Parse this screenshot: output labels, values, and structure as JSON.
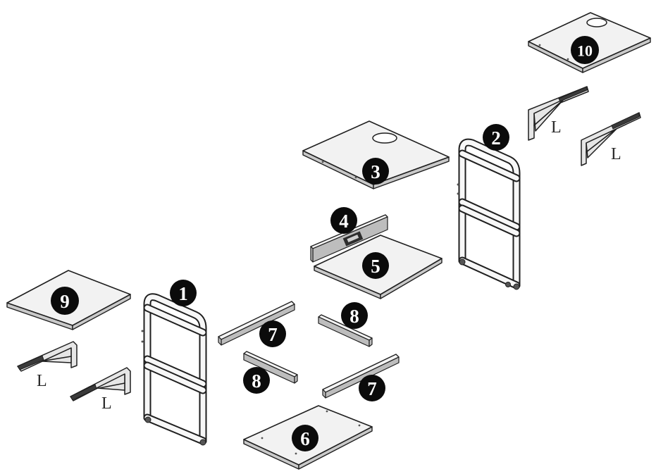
{
  "parts": [
    {
      "id": "part-1",
      "label": "1"
    },
    {
      "id": "part-2",
      "label": "2"
    },
    {
      "id": "part-3",
      "label": "3"
    },
    {
      "id": "part-4",
      "label": "4"
    },
    {
      "id": "part-5",
      "label": "5"
    },
    {
      "id": "part-6",
      "label": "6"
    },
    {
      "id": "part-7a",
      "label": "7"
    },
    {
      "id": "part-7b",
      "label": "7"
    },
    {
      "id": "part-8a",
      "label": "8"
    },
    {
      "id": "part-8b",
      "label": "8"
    },
    {
      "id": "part-9",
      "label": "9"
    },
    {
      "id": "part-10",
      "label": "10"
    }
  ],
  "bracket_label": "L"
}
